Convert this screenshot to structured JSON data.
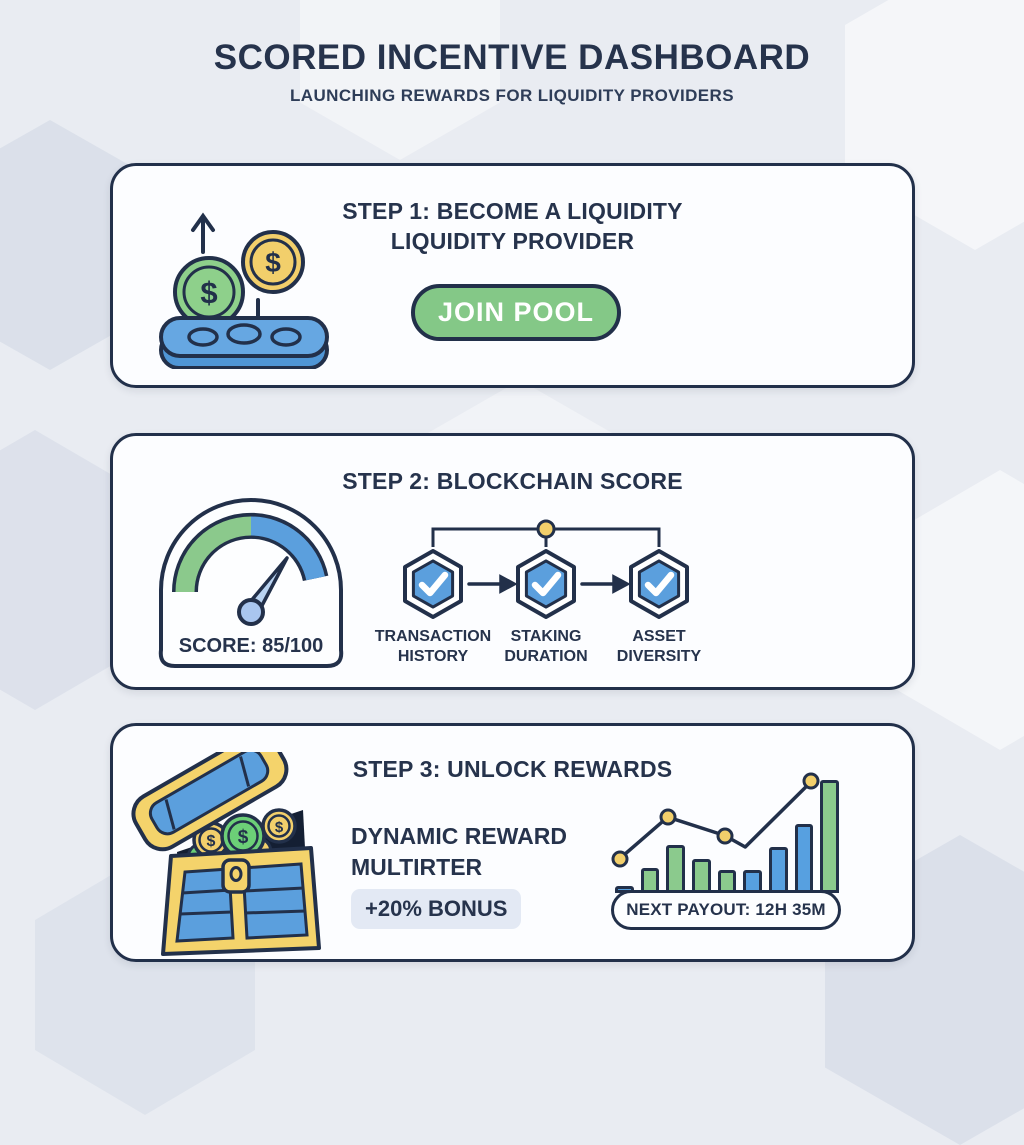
{
  "page": {
    "title": "SCORED INCENTIVE DASHBOARD",
    "subtitle": "LAUNCHING REWARDS FOR LIQUIDITY PROVIDERS"
  },
  "glyphs": {
    "dollar": "$"
  },
  "colors": {
    "navy_outline": "#22304a",
    "text_navy": "#26334c",
    "green": "#84c887",
    "blue": "#5b9fdd",
    "yellow": "#f2cf6b",
    "card_bg": "#fcfdff",
    "page_bg": "#e9ecf2",
    "bonus_badge_bg": "#e3e9f4"
  },
  "step1": {
    "title_line1": "STEP 1: BECOME A LIQUIDITY",
    "title_line2": "LIQUIDITY PROVIDER",
    "button_label": "JOIN POOL"
  },
  "step2": {
    "title": "STEP 2: BLOCKCHAIN SCORE",
    "gauge_label": "SCORE: 85/100",
    "factors": [
      {
        "line1": "TRANSACTION",
        "line2": "HISTORY"
      },
      {
        "line1": "STAKING",
        "line2": "DURATION"
      },
      {
        "line1": "ASSET",
        "line2": "DIVERSITY"
      }
    ]
  },
  "step3": {
    "title": "STEP 3: UNLOCK REWARDS",
    "reward_line1": "DYNAMIC REWARD",
    "reward_line2": "MULTIRTER",
    "bonus_badge": "+20% BONUS",
    "payout_label": "NEXT PAYOUT: 12H 35M"
  },
  "chart_data": {
    "type": "bar",
    "title": "Reward growth sparkline (unlabeled)",
    "values": [
      6,
      22,
      42,
      30,
      20,
      20,
      40,
      60,
      98
    ],
    "bar_colors": [
      "blue",
      "green",
      "green",
      "green",
      "green",
      "blue",
      "blue",
      "blue",
      "green"
    ],
    "line": {
      "points_pct": [
        [
          3,
          30
        ],
        [
          24,
          66
        ],
        [
          49,
          50
        ],
        [
          58,
          40
        ],
        [
          87,
          97
        ]
      ],
      "dot_indices": [
        0,
        1,
        2,
        4
      ]
    },
    "ylim": [
      0,
      100
    ],
    "xlabel": "",
    "ylabel": "",
    "legend": "none",
    "axes_hidden": true
  }
}
